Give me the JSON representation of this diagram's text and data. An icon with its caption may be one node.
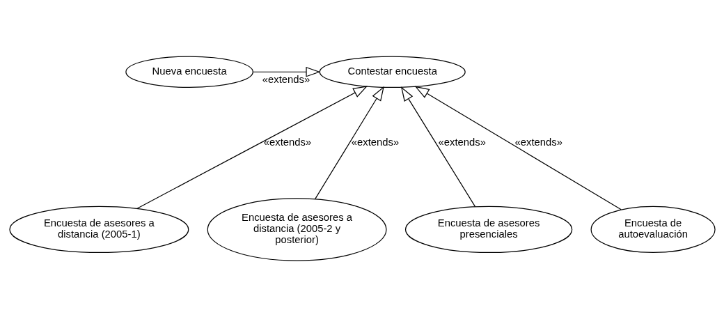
{
  "diagram": {
    "nodes": [
      {
        "text": [
          "Contestar encuesta"
        ]
      },
      {
        "text": [
          "Nueva encuesta"
        ]
      },
      {
        "text": [
          "Encuesta de asesores a distancia (2005-1)"
        ]
      },
      {
        "text": [
          "Encuesta de asesores a distancia (2005-2 y posterior)"
        ]
      },
      {
        "text": [
          "Encuesta de asesores presenciales"
        ]
      },
      {
        "text": [
          "Encuesta de autoevaluación"
        ]
      }
    ],
    "edges": [
      {
        "from": 1,
        "to": 0,
        "arrow": "to",
        "label": "«extends»"
      },
      {
        "from": 2,
        "to": 0,
        "arrow": "to",
        "label": "«extends»"
      },
      {
        "from": 3,
        "to": 0,
        "arrow": "to",
        "label": "«extends»"
      },
      {
        "from": 4,
        "to": 0,
        "arrow": "to",
        "label": "«extends»"
      },
      {
        "from": 5,
        "to": 0,
        "arrow": "to",
        "label": "«extends»"
      }
    ]
  }
}
